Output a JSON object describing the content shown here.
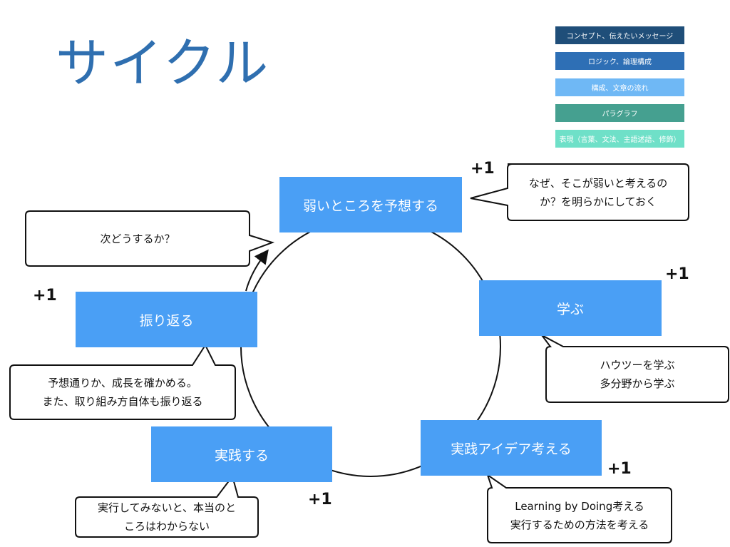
{
  "title": "サイクル",
  "legend": [
    {
      "label": "コンセプト、伝えたいメッセージ",
      "color": "#1f4e79"
    },
    {
      "label": "ロジック、論理構成",
      "color": "#2e6fb5"
    },
    {
      "label": "構成、文章の流れ",
      "color": "#6fb8f5"
    },
    {
      "label": "パラグラフ",
      "color": "#45a090"
    },
    {
      "label": "表現（言葉、文法、主語述語、修飾）",
      "color": "#6fe0c8"
    }
  ],
  "nodes": {
    "predict": "弱いところを予想する",
    "learn": "学ぶ",
    "idea": "実践アイデア考える",
    "practice": "実践する",
    "reflect": "振り返る"
  },
  "callouts": {
    "predict": [
      "なぜ、そこが弱いと考えるの",
      "か？を明らかにしておく"
    ],
    "next": [
      "次どうするか？"
    ],
    "learn": [
      "ハウツーを学ぶ",
      "多分野から学ぶ"
    ],
    "idea": [
      "Learning by Doing考える",
      "実行するための方法を考える"
    ],
    "practice": [
      "実行してみないと、本当のと",
      "ころはわからない"
    ],
    "reflect": [
      "予想通りか、成長を確かめる。",
      "また、取り組み方自体も振り返る"
    ]
  },
  "plus_label": "+1",
  "colors": {
    "node": "#4a9ff5",
    "title": "#2f6fb0"
  }
}
